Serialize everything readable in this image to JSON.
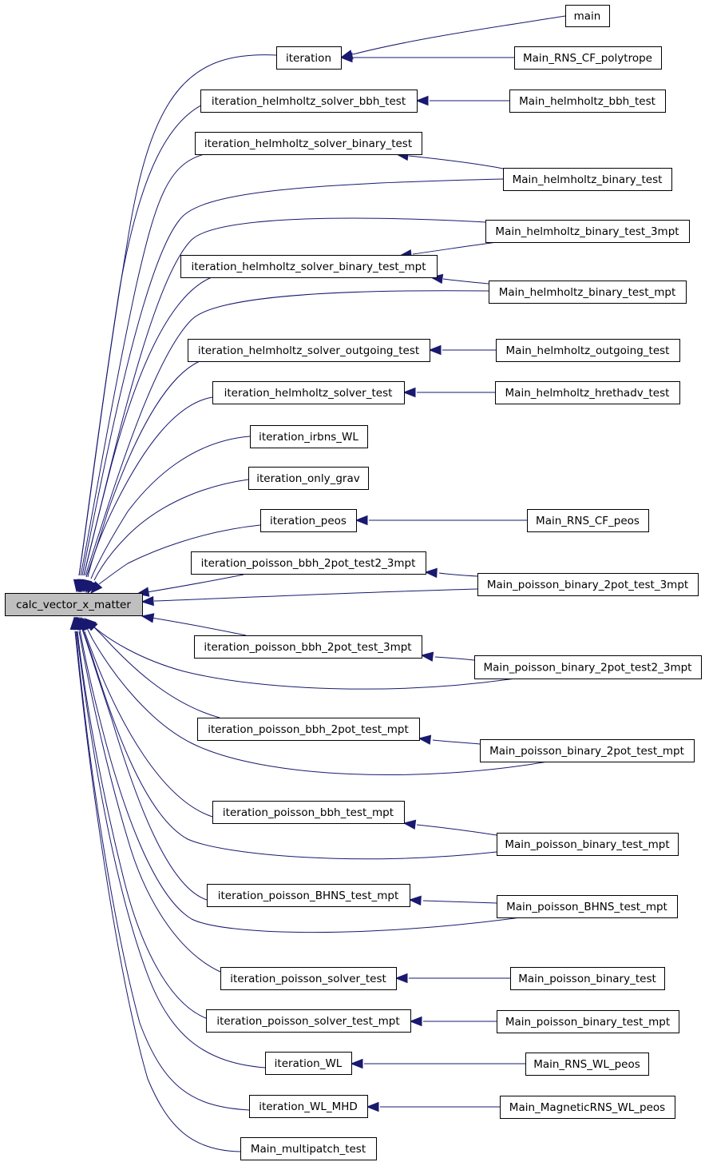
{
  "diagram": {
    "type": "caller-graph",
    "root": "calc_vector_x_matter",
    "nodes": [
      {
        "id": "calc",
        "label": "calc_vector_x_matter",
        "root": true
      },
      {
        "id": "it",
        "label": "iteration"
      },
      {
        "id": "main",
        "label": "main"
      },
      {
        "id": "m_cfpoly",
        "label": "Main_RNS_CF_polytrope"
      },
      {
        "id": "it_bbh",
        "label": "iteration_helmholtz_solver_bbh_test"
      },
      {
        "id": "m_bbh",
        "label": "Main_helmholtz_bbh_test"
      },
      {
        "id": "it_bin",
        "label": "iteration_helmholtz_solver_binary_test"
      },
      {
        "id": "m_bin",
        "label": "Main_helmholtz_binary_test"
      },
      {
        "id": "m_bin3",
        "label": "Main_helmholtz_binary_test_3mpt"
      },
      {
        "id": "it_binmpt",
        "label": "iteration_helmholtz_solver_binary_test_mpt"
      },
      {
        "id": "m_binmpt",
        "label": "Main_helmholtz_binary_test_mpt"
      },
      {
        "id": "it_out",
        "label": "iteration_helmholtz_solver_outgoing_test"
      },
      {
        "id": "m_out",
        "label": "Main_helmholtz_outgoing_test"
      },
      {
        "id": "it_hst",
        "label": "iteration_helmholtz_solver_test"
      },
      {
        "id": "m_hreth",
        "label": "Main_helmholtz_hrethadv_test"
      },
      {
        "id": "it_irbns",
        "label": "iteration_irbns_WL"
      },
      {
        "id": "it_grav",
        "label": "iteration_only_grav"
      },
      {
        "id": "it_peos",
        "label": "iteration_peos"
      },
      {
        "id": "m_cfpeos",
        "label": "Main_RNS_CF_peos"
      },
      {
        "id": "it_p2",
        "label": "iteration_poisson_bbh_2pot_test2_3mpt"
      },
      {
        "id": "m_p2pot3",
        "label": "Main_poisson_binary_2pot_test_3mpt"
      },
      {
        "id": "it_p3",
        "label": "iteration_poisson_bbh_2pot_test_3mpt"
      },
      {
        "id": "m_p2pot23",
        "label": "Main_poisson_binary_2pot_test2_3mpt"
      },
      {
        "id": "it_pm",
        "label": "iteration_poisson_bbh_2pot_test_mpt"
      },
      {
        "id": "m_p2potm",
        "label": "Main_poisson_binary_2pot_test_mpt"
      },
      {
        "id": "it_pbbh",
        "label": "iteration_poisson_bbh_test_mpt"
      },
      {
        "id": "m_pbinm",
        "label": "Main_poisson_binary_test_mpt"
      },
      {
        "id": "it_bhns",
        "label": "iteration_poisson_BHNS_test_mpt"
      },
      {
        "id": "m_bhns",
        "label": "Main_poisson_BHNS_test_mpt"
      },
      {
        "id": "it_pst",
        "label": "iteration_poisson_solver_test"
      },
      {
        "id": "m_pbin",
        "label": "Main_poisson_binary_test"
      },
      {
        "id": "it_pstm",
        "label": "iteration_poisson_solver_test_mpt"
      },
      {
        "id": "m_pbinm2",
        "label": "Main_poisson_binary_test_mpt"
      },
      {
        "id": "it_wl",
        "label": "iteration_WL"
      },
      {
        "id": "m_wlpeos",
        "label": "Main_RNS_WL_peos"
      },
      {
        "id": "it_wlmhd",
        "label": "iteration_WL_MHD"
      },
      {
        "id": "m_mag",
        "label": "Main_MagneticRNS_WL_peos"
      },
      {
        "id": "m_multi",
        "label": "Main_multipatch_test"
      }
    ],
    "edges": [
      {
        "from": "it",
        "to": "calc"
      },
      {
        "from": "it_bbh",
        "to": "calc"
      },
      {
        "from": "it_bin",
        "to": "calc"
      },
      {
        "from": "m_bin",
        "to": "calc"
      },
      {
        "from": "m_bin3",
        "to": "calc"
      },
      {
        "from": "it_binmpt",
        "to": "calc"
      },
      {
        "from": "m_binmpt",
        "to": "calc"
      },
      {
        "from": "it_out",
        "to": "calc"
      },
      {
        "from": "it_hst",
        "to": "calc"
      },
      {
        "from": "it_irbns",
        "to": "calc"
      },
      {
        "from": "it_grav",
        "to": "calc"
      },
      {
        "from": "it_peos",
        "to": "calc"
      },
      {
        "from": "it_p2",
        "to": "calc"
      },
      {
        "from": "m_p2pot3",
        "to": "calc"
      },
      {
        "from": "it_p3",
        "to": "calc"
      },
      {
        "from": "m_p2pot23",
        "to": "calc"
      },
      {
        "from": "it_pm",
        "to": "calc"
      },
      {
        "from": "m_p2potm",
        "to": "calc"
      },
      {
        "from": "it_pbbh",
        "to": "calc"
      },
      {
        "from": "m_pbinm",
        "to": "calc"
      },
      {
        "from": "it_bhns",
        "to": "calc"
      },
      {
        "from": "m_bhns",
        "to": "calc"
      },
      {
        "from": "it_pst",
        "to": "calc"
      },
      {
        "from": "it_pstm",
        "to": "calc"
      },
      {
        "from": "it_wl",
        "to": "calc"
      },
      {
        "from": "it_wlmhd",
        "to": "calc"
      },
      {
        "from": "m_multi",
        "to": "calc"
      },
      {
        "from": "main",
        "to": "it"
      },
      {
        "from": "m_cfpoly",
        "to": "it"
      },
      {
        "from": "m_bbh",
        "to": "it_bbh"
      },
      {
        "from": "m_bin",
        "to": "it_bin"
      },
      {
        "from": "m_bin3",
        "to": "it_binmpt"
      },
      {
        "from": "m_binmpt",
        "to": "it_binmpt"
      },
      {
        "from": "m_out",
        "to": "it_out"
      },
      {
        "from": "m_hreth",
        "to": "it_hst"
      },
      {
        "from": "m_cfpeos",
        "to": "it_peos"
      },
      {
        "from": "m_p2pot3",
        "to": "it_p2"
      },
      {
        "from": "m_p2pot23",
        "to": "it_p3"
      },
      {
        "from": "m_p2potm",
        "to": "it_pm"
      },
      {
        "from": "m_pbinm",
        "to": "it_pbbh"
      },
      {
        "from": "m_bhns",
        "to": "it_bhns"
      },
      {
        "from": "m_pbin",
        "to": "it_pst"
      },
      {
        "from": "m_pbinm2",
        "to": "it_pstm"
      },
      {
        "from": "m_wlpeos",
        "to": "it_wl"
      },
      {
        "from": "m_mag",
        "to": "it_wlmhd"
      }
    ],
    "colors": {
      "edge": "#191970",
      "root_fill": "#bfbfbf",
      "node_fill": "#ffffff",
      "border": "#000000"
    }
  }
}
